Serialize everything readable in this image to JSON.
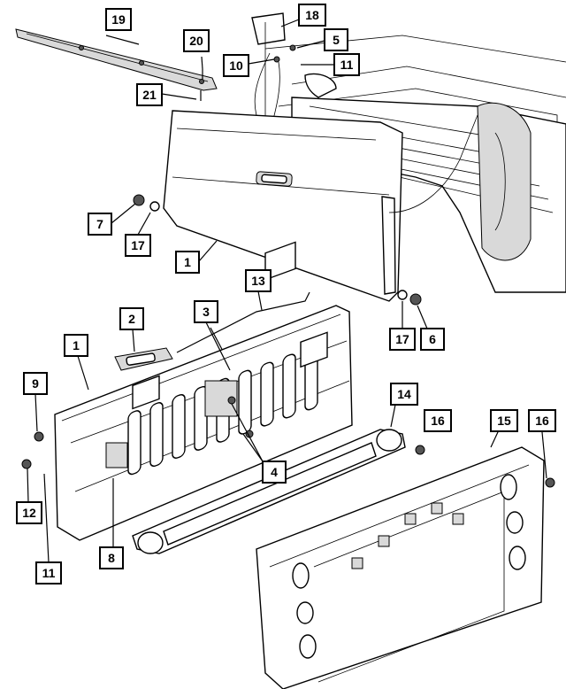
{
  "callouts": [
    {
      "id": "c19",
      "label": "19"
    },
    {
      "id": "c20",
      "label": "20"
    },
    {
      "id": "c21",
      "label": "21"
    },
    {
      "id": "c18",
      "label": "18"
    },
    {
      "id": "c5",
      "label": "5"
    },
    {
      "id": "c10",
      "label": "10"
    },
    {
      "id": "c11a",
      "label": "11"
    },
    {
      "id": "c7",
      "label": "7"
    },
    {
      "id": "c17a",
      "label": "17"
    },
    {
      "id": "c1a",
      "label": "1"
    },
    {
      "id": "c13",
      "label": "13"
    },
    {
      "id": "c2",
      "label": "2"
    },
    {
      "id": "c3",
      "label": "3"
    },
    {
      "id": "c17b",
      "label": "17"
    },
    {
      "id": "c6",
      "label": "6"
    },
    {
      "id": "c1b",
      "label": "1"
    },
    {
      "id": "c9",
      "label": "9"
    },
    {
      "id": "c14",
      "label": "14"
    },
    {
      "id": "c16a",
      "label": "16"
    },
    {
      "id": "c15",
      "label": "15"
    },
    {
      "id": "c16b",
      "label": "16"
    },
    {
      "id": "c4",
      "label": "4"
    },
    {
      "id": "c12",
      "label": "12"
    },
    {
      "id": "c8",
      "label": "8"
    },
    {
      "id": "c11b",
      "label": "11"
    }
  ]
}
